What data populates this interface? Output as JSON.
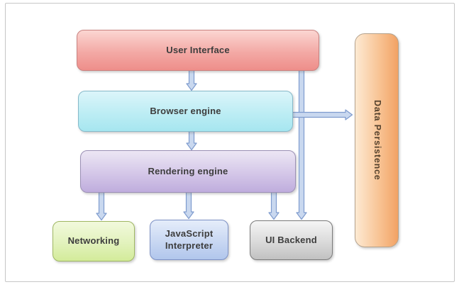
{
  "frame": {
    "background": "#ffffff",
    "border_color": "#c6c6c6"
  },
  "diagram": {
    "type": "flowchart",
    "subject": "browser architecture components",
    "nodes": [
      {
        "id": "user-interface",
        "label": "User Interface",
        "fill_top": "#fbd6d2",
        "fill_bottom": "#ee8e8a",
        "border": "#c98280"
      },
      {
        "id": "browser-engine",
        "label": "Browser engine",
        "fill_top": "#dcf5fa",
        "fill_bottom": "#a6e6f0",
        "border": "#86b9c9"
      },
      {
        "id": "rendering-engine",
        "label": "Rendering engine",
        "fill_top": "#ece6f4",
        "fill_bottom": "#bfaddd",
        "border": "#9b90b5"
      },
      {
        "id": "networking",
        "label": "Networking",
        "fill_top": "#f2f9dd",
        "fill_bottom": "#d3eb9a",
        "border": "#9fb763"
      },
      {
        "id": "javascript-interpreter",
        "label": "JavaScript Interpreter",
        "fill_top": "#e5edfa",
        "fill_bottom": "#b1c6ec",
        "border": "#7c90c4"
      },
      {
        "id": "ui-backend",
        "label": "UI Backend",
        "fill_top": "#f5f5f5",
        "fill_bottom": "#c1c1c1",
        "border": "#7a7a7a"
      },
      {
        "id": "data-persistence",
        "label": "Data Persistence",
        "text_orientation": "vertical",
        "fill_left": "#fdead3",
        "fill_right": "#f2a264",
        "border": "#b5a28c"
      }
    ],
    "edges": [
      {
        "from": "user-interface",
        "to": "browser-engine"
      },
      {
        "from": "browser-engine",
        "to": "rendering-engine"
      },
      {
        "from": "browser-engine",
        "to": "data-persistence"
      },
      {
        "from": "rendering-engine",
        "to": "networking"
      },
      {
        "from": "rendering-engine",
        "to": "javascript-interpreter"
      },
      {
        "from": "rendering-engine",
        "to": "ui-backend"
      },
      {
        "from": "user-interface",
        "to": "ui-backend"
      }
    ],
    "arrow_style": {
      "fill": "#c9d8ef",
      "stroke": "#7e9bce"
    }
  }
}
